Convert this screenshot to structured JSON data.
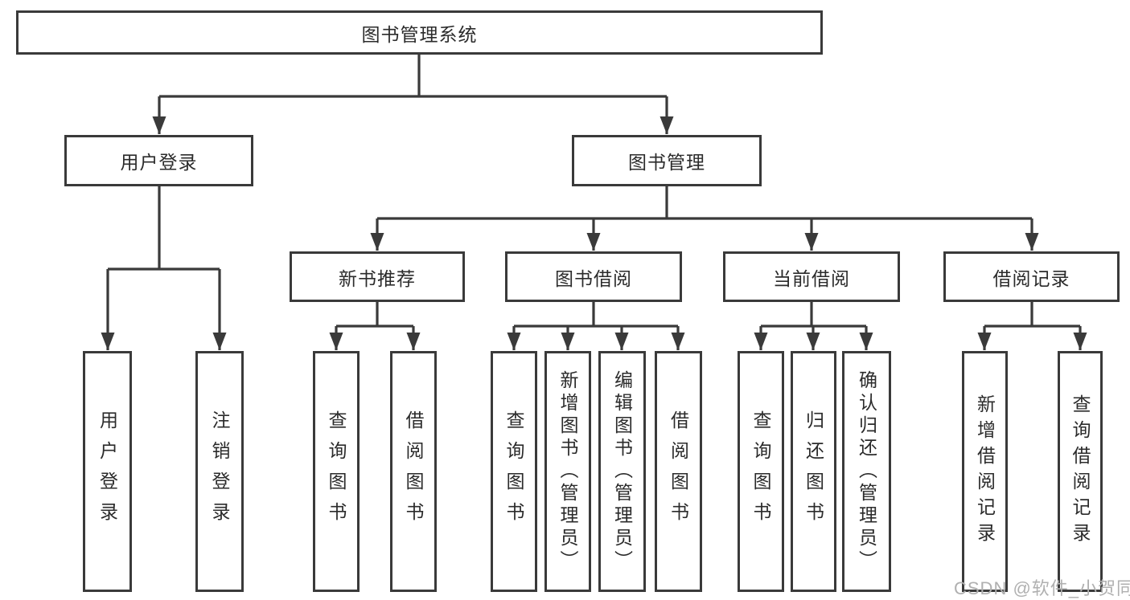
{
  "diagram_title": "图书管理系统",
  "tree": {
    "root": {
      "label": "图书管理系统",
      "children": [
        {
          "label": "用户登录",
          "children": [
            {
              "label": "用户登录"
            },
            {
              "label": "注销登录"
            }
          ]
        },
        {
          "label": "图书管理",
          "children": [
            {
              "label": "新书推荐",
              "children": [
                {
                  "label": "查询图书"
                },
                {
                  "label": "借阅图书"
                }
              ]
            },
            {
              "label": "图书借阅",
              "children": [
                {
                  "label": "查询图书"
                },
                {
                  "label": "新增图书（管理员）"
                },
                {
                  "label": "编辑图书（管理员）"
                },
                {
                  "label": "借阅图书"
                }
              ]
            },
            {
              "label": "当前借阅",
              "children": [
                {
                  "label": "查询图书"
                },
                {
                  "label": "归还图书"
                },
                {
                  "label": "确认归还（管理员）"
                }
              ]
            },
            {
              "label": "借阅记录",
              "children": [
                {
                  "label": "新增借阅记录"
                },
                {
                  "label": "查询借阅记录"
                }
              ]
            }
          ]
        }
      ]
    }
  },
  "watermark": {
    "text": "CSDN @软件_小贺同学"
  },
  "colors": {
    "line": "#3a3a3a",
    "text": "#2b2b2b",
    "background": "#ffffff",
    "watermark": "#b0b0b0"
  }
}
